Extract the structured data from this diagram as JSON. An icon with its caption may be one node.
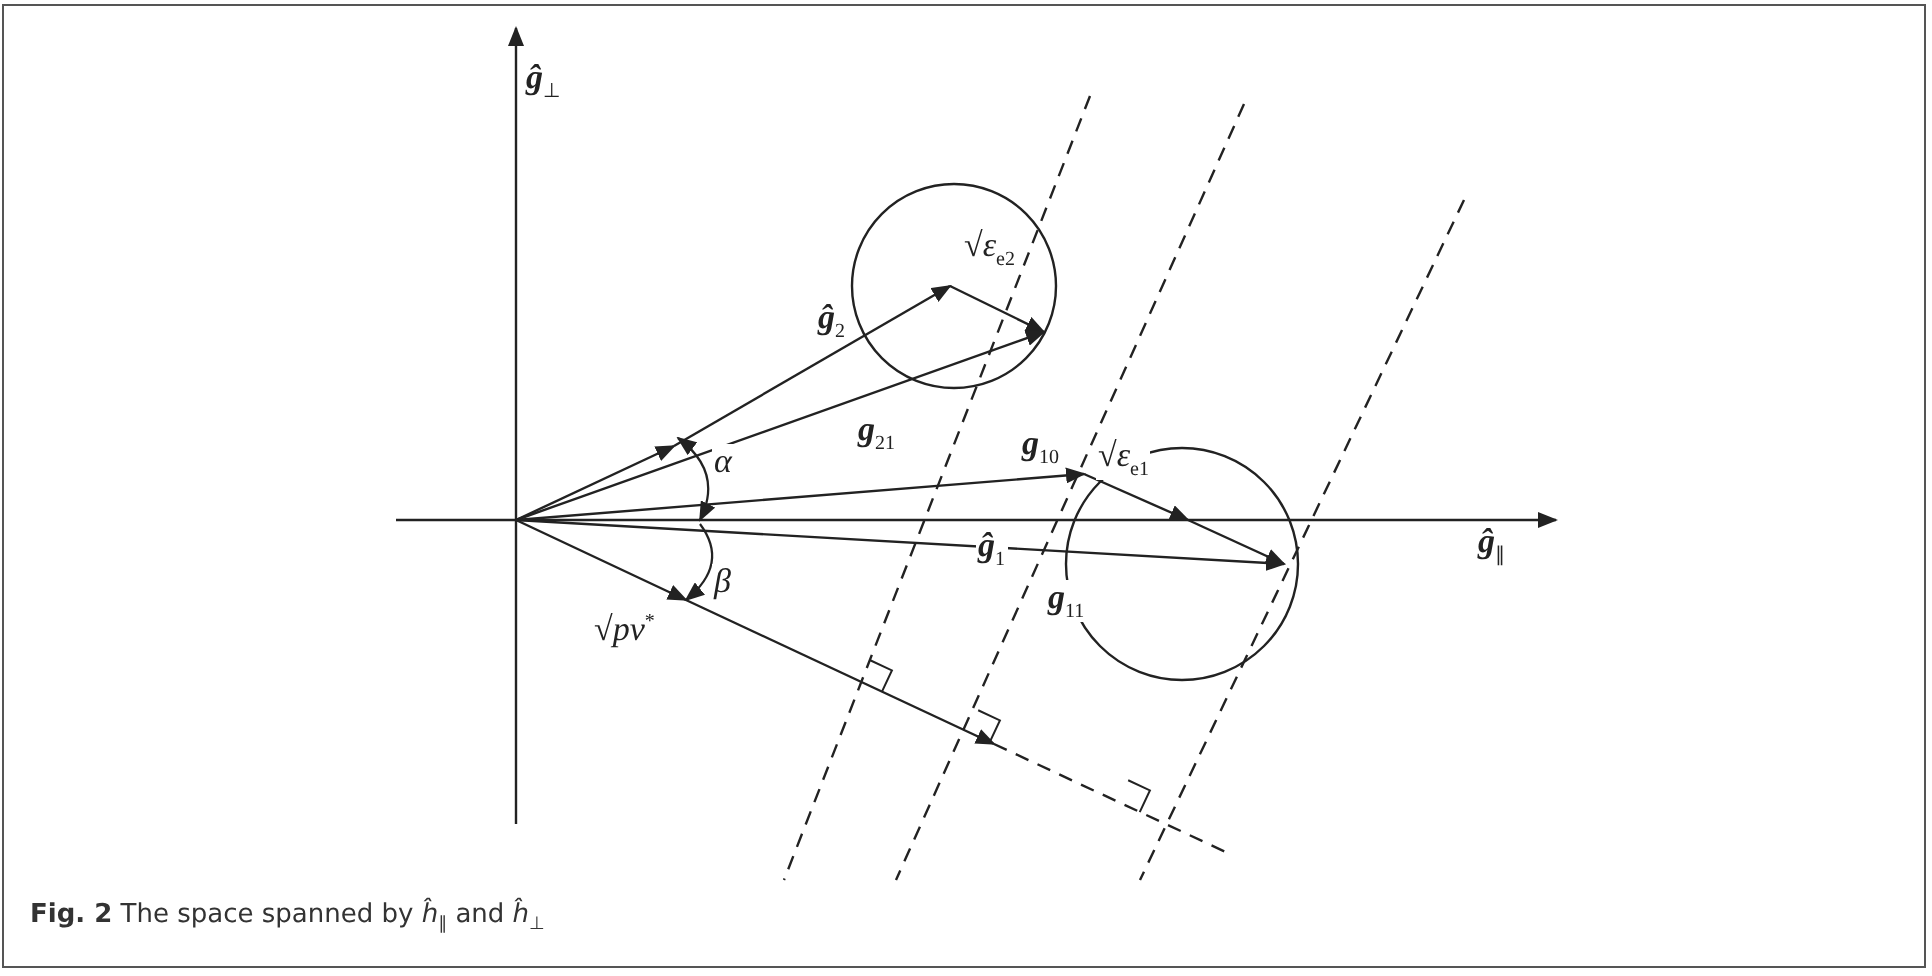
{
  "diagram": {
    "caption": "**Fig. 2** The space spanned by *ĥ*$_{∥}$ and *ĥ*$_{⊥}$",
    "labels": [
      "ĝ$_{⊥}$",
      "√ε$_{e2}$",
      "ĝ$_{2}$",
      "g$_{21}$",
      "α",
      "g$_{10}$",
      "√ε$_{e1}$",
      "ĝ$_{∥}$",
      "ĝ$_{1}$",
      "β",
      "g$_{11}$",
      "√pv$^{*}$"
    ]
  }
}
